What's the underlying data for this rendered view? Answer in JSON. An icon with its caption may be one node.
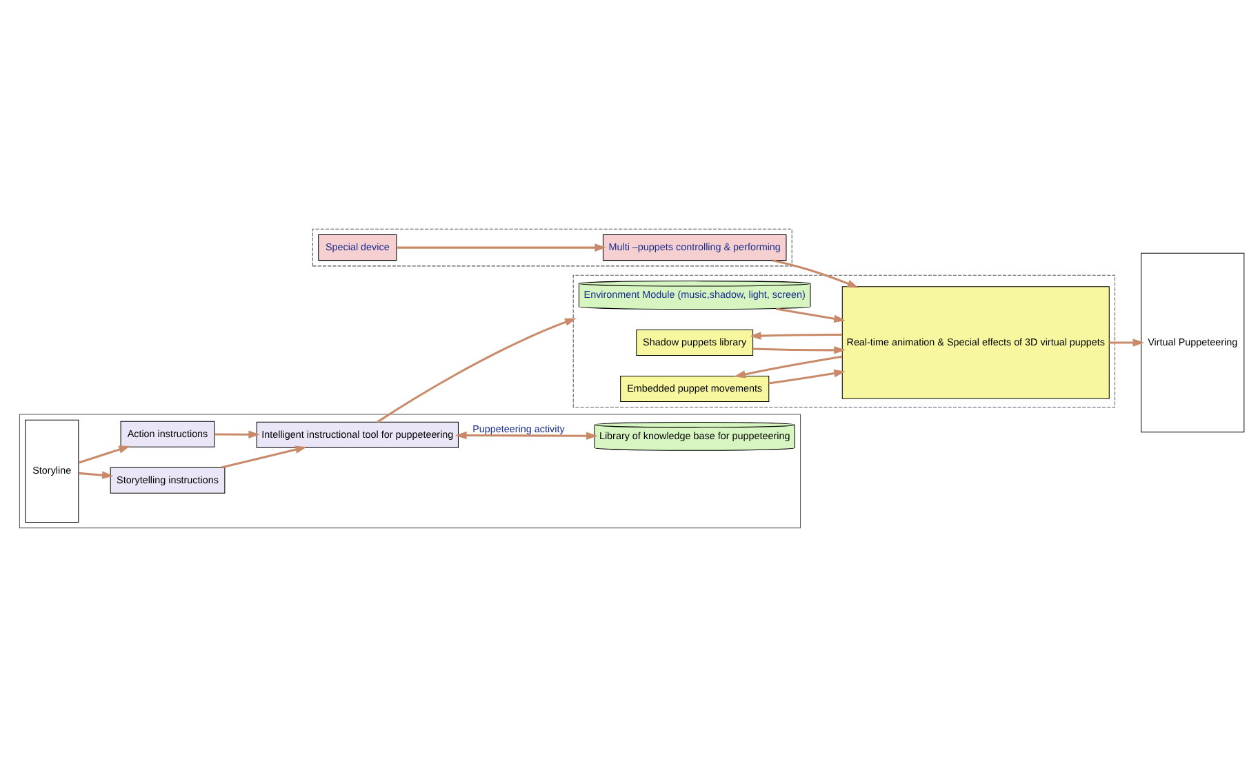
{
  "diagram": {
    "nodes": [
      {
        "text": [],
        "shape": "box"
      },
      {
        "text": [
          "Storytelling instructions"
        ],
        "in": 0
      },
      {
        "text": [
          "Storyline"
        ],
        "in": 0
      },
      {
        "text": [
          "Intelligent instructional tool for puppeteering"
        ],
        "in": 0
      },
      {
        "text": [
          "Action instructions"
        ],
        "in": 0
      },
      {
        "text": [
          "Library of knowledge base for puppeteering"
        ],
        "in": 0
      },
      {
        "text": [],
        "shape": "box"
      },
      {
        "text": [
          "Environment Module (music,shadow, light, screen)"
        ],
        "in": 6
      },
      {
        "text": [
          "Shadow puppets library"
        ],
        "in": 6
      },
      {
        "text": [
          "Embedded puppet movements"
        ],
        "in": 6
      },
      {
        "text": [
          "Real-time animation & Special effects of 3D virtual puppets"
        ],
        "in": 6
      },
      {
        "text": [],
        "shape": "box"
      },
      {
        "text": [
          "Special device"
        ],
        "in": 11
      },
      {
        "text": [
          "Multi –puppets controlling & performing"
        ],
        "in": 11
      },
      {
        "text": [
          "Virtual Puppeteering"
        ]
      }
    ],
    "edges": [
      {
        "from": 2,
        "to": 1,
        "arrow": "to"
      },
      {
        "from": 2,
        "to": 4,
        "arrow": "to"
      },
      {
        "from": 1,
        "to": 3,
        "arrow": "to"
      },
      {
        "from": 4,
        "to": 3,
        "arrow": "to"
      },
      {
        "from": 3,
        "to": 5,
        "arrow": "both",
        "label": "Puppeteering activity"
      },
      {
        "from": 3,
        "to": 6,
        "arrow": "to"
      },
      {
        "from": 7,
        "to": 10,
        "arrow": "to"
      },
      {
        "from": 8,
        "to": 10,
        "arrow": "to"
      },
      {
        "from": 10,
        "to": 8,
        "arrow": "to"
      },
      {
        "from": 9,
        "to": 10,
        "arrow": "to"
      },
      {
        "from": 10,
        "to": 9,
        "arrow": "to"
      },
      {
        "from": 12,
        "to": 13,
        "arrow": "to"
      },
      {
        "from": 13,
        "to": 10,
        "arrow": "to"
      },
      {
        "from": 10,
        "to": 14,
        "arrow": "to"
      }
    ]
  }
}
